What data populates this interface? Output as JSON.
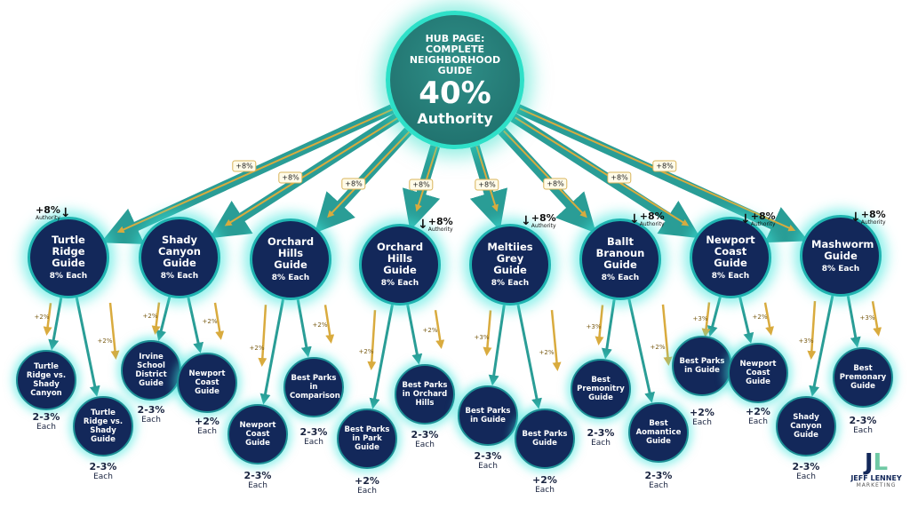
{
  "colors": {
    "teal": "#2a9d96",
    "gold": "#d9ab3e",
    "navy": "#13285a",
    "glow": "#2ee0c8"
  },
  "hub": {
    "title": "HUB PAGE: COMPLETE NEIGHBORHOOD GUIDE",
    "value": "40%",
    "label": "Authority"
  },
  "link_labels": [
    "+8%",
    "+8%",
    "+8%",
    "+8%",
    "+8%",
    "+8%",
    "+8%",
    "+8%"
  ],
  "guides": [
    {
      "name": "Turtle Ridge Guide",
      "each": "8% Each",
      "authority": {
        "value": "+8%",
        "label": "Authority"
      },
      "children": [
        {
          "name": "Turtle Ridge vs. Shady Canyon",
          "flow": "+2%",
          "value": "2-3%",
          "each": "Each"
        },
        {
          "name": "Turtle Ridge vs. Shady Guide",
          "flow": "+2%",
          "value": "2-3%",
          "each": "Each"
        }
      ]
    },
    {
      "name": "Shady Canyon Guide",
      "each": "8% Each",
      "authority": null,
      "children": [
        {
          "name": "Irvine School District Guide",
          "flow": "+2%",
          "value": "2-3%",
          "each": "Each"
        },
        {
          "name": "Newport Coast Guide",
          "flow": "+2%",
          "value": "+2%",
          "each": "Each"
        }
      ]
    },
    {
      "name": "Orchard Hills Guide",
      "each": "8% Each",
      "authority": null,
      "children": [
        {
          "name": "Newport Coast Guide",
          "flow": "+2%",
          "value": "2-3%",
          "each": "Each"
        },
        {
          "name": "Best Parks in Comparison",
          "flow": "+2%",
          "value": "2-3%",
          "each": "Each"
        }
      ]
    },
    {
      "name": "Orchard Hills Guide",
      "each": "8% Each",
      "authority": {
        "value": "+8%",
        "label": "Authority"
      },
      "children": [
        {
          "name": "Best Parks in Park Guide",
          "flow": "+2%",
          "value": "+2%",
          "each": "Each"
        },
        {
          "name": "Best Parks in Orchard Hills",
          "flow": "+2%",
          "value": "2-3%",
          "each": "Each"
        }
      ]
    },
    {
      "name": "Meltiies Grey Guide",
      "each": "8% Each",
      "authority": {
        "value": "+8%",
        "label": "Authority"
      },
      "children": [
        {
          "name": "Best Parks in Guide",
          "flow": "+3%",
          "value": "2-3%",
          "each": "Each"
        },
        {
          "name": "Best Parks Guide",
          "flow": "+2%",
          "value": "+2%",
          "each": "Each"
        }
      ]
    },
    {
      "name": "Ballt Branoun Guide",
      "each": "8% Each",
      "authority": {
        "value": "+8%",
        "label": "Authority"
      },
      "children": [
        {
          "name": "Best Premonitry Guide",
          "flow": "+3%",
          "value": "2-3%",
          "each": "Each"
        },
        {
          "name": "Best Aomantice Guide",
          "flow": "+2%",
          "value": "2-3%",
          "each": "Each"
        }
      ]
    },
    {
      "name": "Newport Coast Guide",
      "each": "8% Each",
      "authority": {
        "value": "+8%",
        "label": "Authority"
      },
      "children": [
        {
          "name": "Best Parks in Guide",
          "flow": "+3%",
          "value": "+2%",
          "each": "Each"
        },
        {
          "name": "Newport Coast Guide",
          "flow": "+2%",
          "value": "+2%",
          "each": "Each"
        }
      ]
    },
    {
      "name": "Mashworm Guide",
      "each": "8% Each",
      "authority": {
        "value": "+8%",
        "label": "Authority"
      },
      "children": [
        {
          "name": "Shady Canyon Guide",
          "flow": "+3%",
          "value": "2-3%",
          "each": "Each"
        },
        {
          "name": "Best Premonary Guide",
          "flow": "+3%",
          "value": "2-3%",
          "each": "Each"
        }
      ]
    }
  ],
  "logo": {
    "brand": "JEFF LENNEY",
    "sub": "MARKETING"
  }
}
